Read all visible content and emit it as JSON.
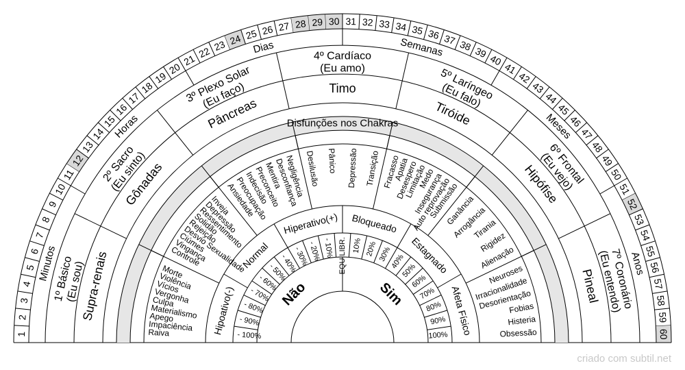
{
  "numbers": [
    "1",
    "2",
    "3",
    "4",
    "5",
    "6",
    "7",
    "8",
    "9",
    "10",
    "11",
    "12",
    "13",
    "14",
    "15",
    "16",
    "17",
    "18",
    "19",
    "20",
    "21",
    "22",
    "23",
    "24",
    "25",
    "26",
    "27",
    "28",
    "29",
    "30",
    "31",
    "32",
    "33",
    "34",
    "35",
    "36",
    "37",
    "38",
    "39",
    "40",
    "41",
    "42",
    "43",
    "44",
    "45",
    "46",
    "47",
    "48",
    "49",
    "50",
    "51",
    "52",
    "53",
    "54",
    "55",
    "56",
    "57",
    "58",
    "59",
    "60"
  ],
  "highlighted_numbers": [
    "12",
    "24",
    "28",
    "29",
    "30",
    "52",
    "60"
  ],
  "time_units": [
    "Minutos",
    "Horas",
    "Dias",
    "Semanas",
    "Meses",
    "Anos"
  ],
  "chakras": [
    {
      "name": "1º Básico",
      "verb": "(Eu sou)",
      "gland": "Supra-renais"
    },
    {
      "name": "2º Sacro",
      "verb": "(Eu sinto)",
      "gland": "Gônadas"
    },
    {
      "name": "3º Plexo Solar",
      "verb": "(Eu faço)",
      "gland": "Pâncreas"
    },
    {
      "name": "4º Cardíaco",
      "verb": "(Eu amo)",
      "gland": "Timo"
    },
    {
      "name": "5º Laríngeo",
      "verb": "(Eu falo)",
      "gland": "Tiróide"
    },
    {
      "name": "6º Frontal",
      "verb": "(Eu vejo)",
      "gland": "Hipófise"
    },
    {
      "name": "7º Coronário",
      "verb": "(Eu entendo)",
      "gland": "Pineal"
    }
  ],
  "band_title": "Disfunções nos Chakras",
  "dysfunctions": [
    [
      "Raiva",
      "Impaciência",
      "Apego",
      "Materialismo",
      "Culpa",
      "Vergonha",
      "Vícios",
      "Violência",
      "Morte"
    ],
    [
      "Controle",
      "Vingança",
      "Ciúmes",
      "Desvio Sexualidade",
      "Rejeição",
      "Solidão",
      "Ressentimento",
      "Depressão",
      "Inveja"
    ],
    [
      "Ansiedade",
      "Preocupação",
      "Indecisão",
      "Preconceito",
      "Mentira",
      "Desconfiança",
      "Negligência"
    ],
    [
      "Desilusão",
      "Pânico",
      "Depressão",
      "Transição"
    ],
    [
      "Fracasso",
      "Apatia",
      "Desespero",
      "Limitação",
      "Medo",
      "Insegurança",
      "Auto reprovação",
      "Submissão"
    ],
    [
      "Ganância",
      "Arrogância",
      "Tirania",
      "Rigidez",
      "Alienação"
    ],
    [
      "Neuroses",
      "Irracionalidade",
      "Desorientação",
      "Fobias",
      "Histeria",
      "Obsessão"
    ]
  ],
  "states": [
    "Hipoativo(-)",
    "Normal",
    "Hiperativo(+)",
    "Bloqueado",
    "Estagnado",
    "Afeta Físico"
  ],
  "left_percents": [
    "- 100%",
    "- 90%",
    "- 80%",
    "- 70%",
    "- 60%",
    "- 50%",
    "- 40%",
    "- 30%",
    "- 20%",
    "- 10%"
  ],
  "center_label": "EQUILIBR.",
  "right_percents": [
    "10%",
    "20%",
    "30%",
    "40%",
    "50%",
    "60%",
    "70%",
    "80%",
    "90%",
    "100%"
  ],
  "answers": [
    "Não",
    "Sim"
  ],
  "watermark": "criado com subtil.net",
  "colors": {
    "highlight": "#d9d9d9",
    "band": "#e6e6e6",
    "line": "#000000"
  }
}
